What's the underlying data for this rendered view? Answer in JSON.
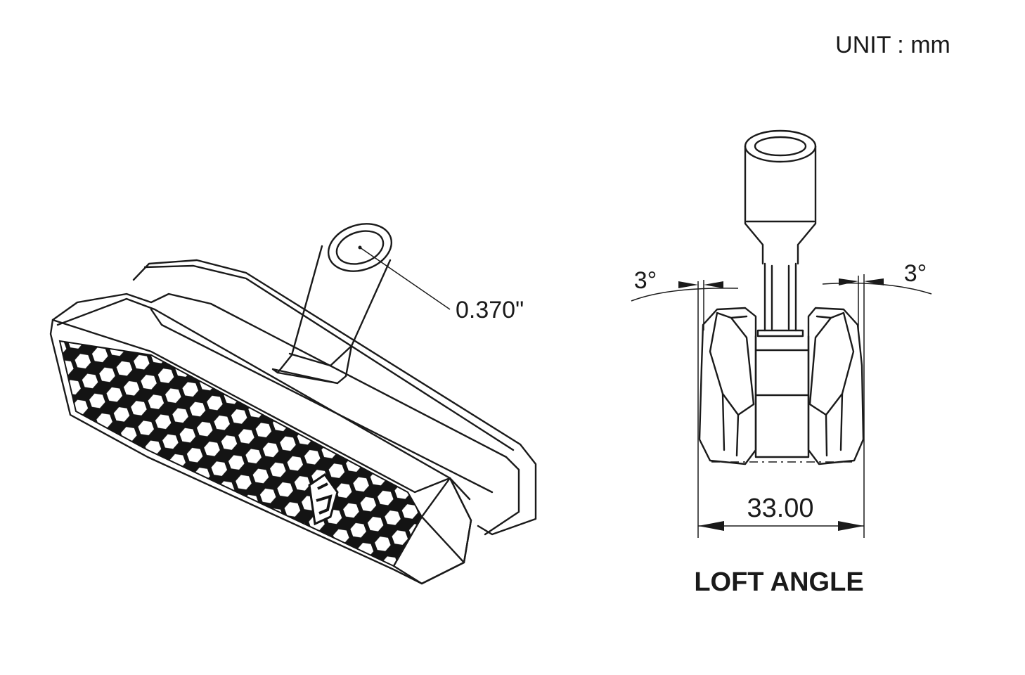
{
  "unit_label": "UNIT : mm",
  "shaft_diameter_label": "0.370\"",
  "left_angle_label": "3°",
  "right_angle_label": "3°",
  "width_label": "33.00",
  "view_title": "LOFT ANGLE",
  "colors": {
    "ink": "#1a1a1a",
    "background": "#ffffff"
  }
}
